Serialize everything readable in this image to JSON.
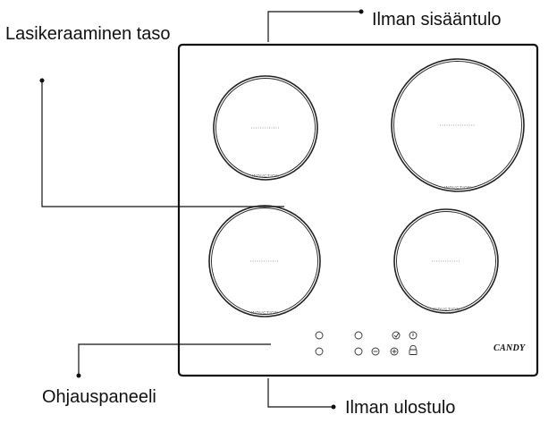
{
  "labels": {
    "glass_surface": "Lasikeraaminen taso",
    "air_inlet": "Ilman sisääntulo",
    "control_panel": "Ohjauspaneeli",
    "air_outlet": "Ilman ulostulo"
  },
  "zones": {
    "zone_label": "INDUCTION"
  },
  "brand": "CANDY",
  "colors": {
    "line": "#111111",
    "zone_outline": "#222222"
  }
}
